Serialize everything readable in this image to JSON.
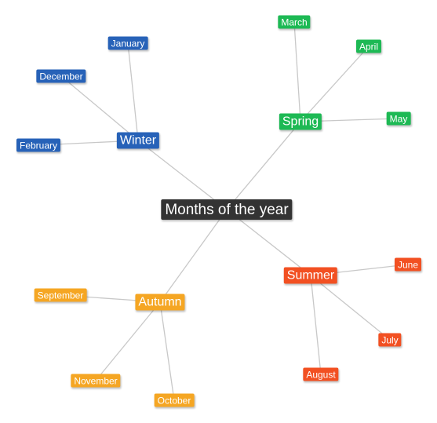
{
  "root": {
    "label": "Months of the year",
    "color": "#333333"
  },
  "branches": [
    {
      "key": "winter",
      "label": "Winter",
      "color": "#2762b8",
      "months": [
        {
          "label": "January"
        },
        {
          "label": "December"
        },
        {
          "label": "February"
        }
      ]
    },
    {
      "key": "spring",
      "label": "Spring",
      "color": "#1db954",
      "months": [
        {
          "label": "March"
        },
        {
          "label": "April"
        },
        {
          "label": "May"
        }
      ]
    },
    {
      "key": "summer",
      "label": "Summer",
      "color": "#f25022",
      "months": [
        {
          "label": "June"
        },
        {
          "label": "July"
        },
        {
          "label": "August"
        }
      ]
    },
    {
      "key": "autumn",
      "label": "Autumn",
      "color": "#f5a623",
      "months": [
        {
          "label": "September"
        },
        {
          "label": "November"
        },
        {
          "label": "October"
        }
      ]
    }
  ]
}
